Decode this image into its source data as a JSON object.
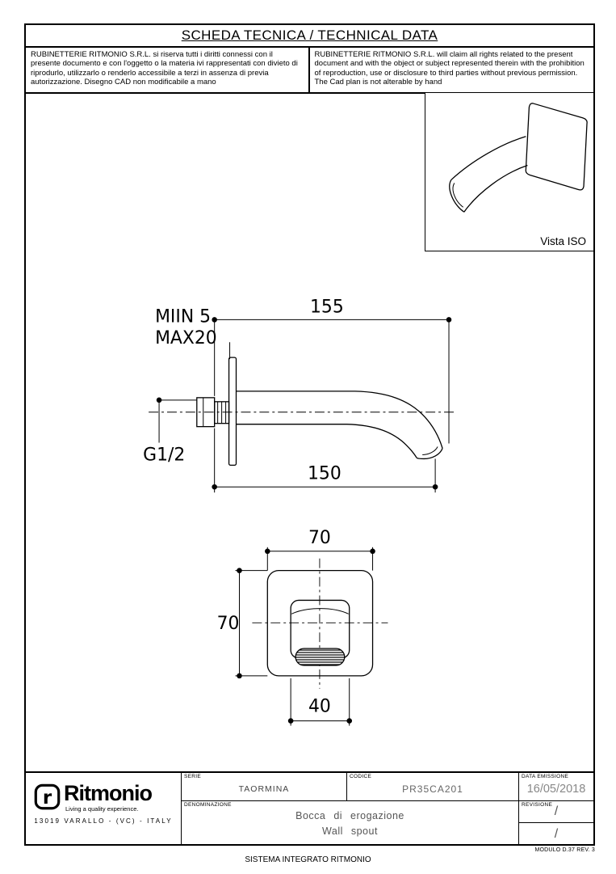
{
  "header": {
    "title": "SCHEDA TECNICA / TECHNICAL DATA",
    "disclaimer_it": "RUBINETTERIE RITMONIO S.R.L. si riserva tutti i diritti connessi con il presente documento e con l'oggetto o la materia ivi rappresentati con divieto di riprodurlo, utilizzarlo o renderlo accessibile a terzi in assenza di previa autorizzazione. Disegno CAD non modificabile a mano",
    "disclaimer_en": "RUBINETTERIE RITMONIO S.R.L. will claim all rights related to the present document and with the object or subject represented therein with the prohibition  of reproduction, use or disclosure to third parties without previous permission.  The Cad plan is not alterable by hand"
  },
  "iso_view": {
    "label": "Vista ISO"
  },
  "drawing": {
    "side_view": {
      "min_label": "MIIN 5",
      "max_label": "MAX20",
      "dim_top": "155",
      "dim_bottom": "150",
      "thread_label": "G1/2"
    },
    "front_view": {
      "dim_width": "70",
      "dim_height": "70",
      "dim_spout": "40"
    }
  },
  "title_block": {
    "serie_label": "SERIE",
    "serie_value": "TAORMINA",
    "codice_label": "CODICE",
    "codice_value": "PR35CA201",
    "data_label": "DATA  EMISSIONE",
    "data_value": "16/05/2018",
    "denominazione_label": "DENOMINAZIONE",
    "denominazione_it": "Bocca di erogazione",
    "denominazione_en": "Wall spout",
    "revisione_label": "REVISIONE",
    "revisione_top": "/",
    "revisione_bottom": "/"
  },
  "logo": {
    "mark": "r",
    "brand": "Ritmonio",
    "tagline": "Living a quality experience.",
    "address": "13019 VARALLO - (VC) - ITALY"
  },
  "footer": {
    "system": "SISTEMA INTEGRATO RITMONIO",
    "module": "MODULO D.37 REV. 3"
  }
}
